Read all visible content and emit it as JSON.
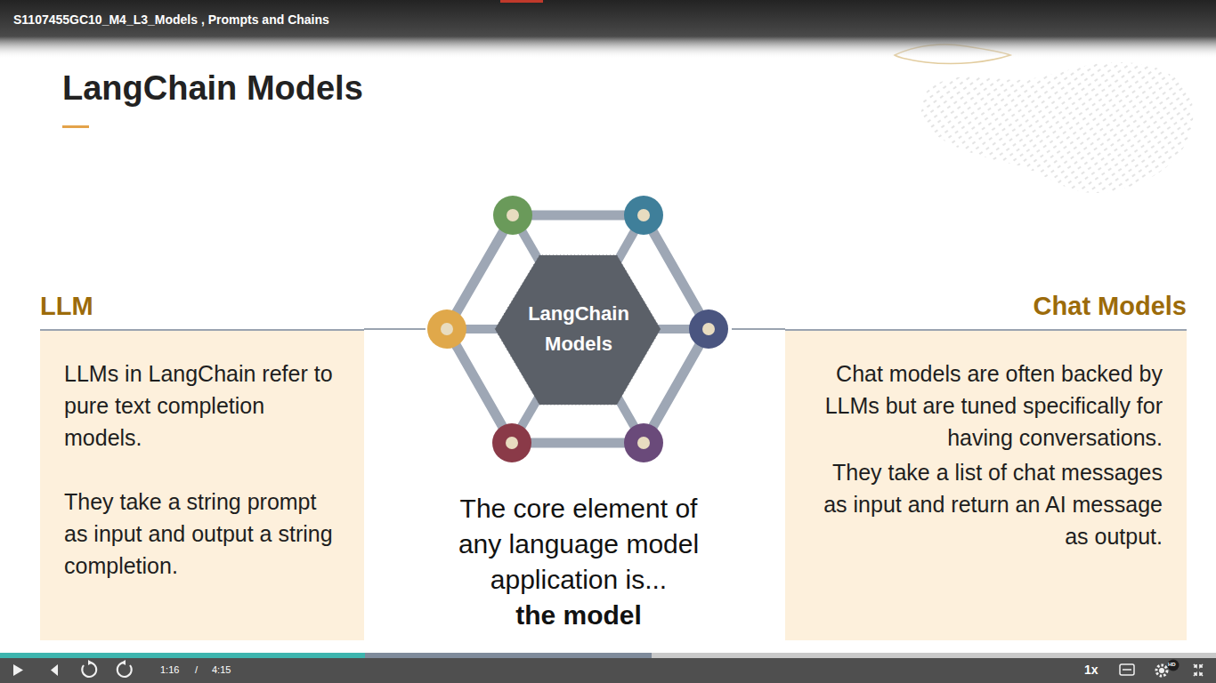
{
  "diagram": {
    "title": "LangChain Models",
    "nodes": [
      {
        "text": [
          "LLM",
          "LLMs in LangChain refer to pure text completion models.",
          "They take a string prompt as input and output a string completion."
        ]
      },
      {
        "text": [
          "LangChain Models"
        ]
      },
      {
        "text": [
          "Chat Models",
          "Chat models are often backed by LLMs but are tuned specifically for having conversations.",
          "They take a list of chat messages as input and return an AI message as output."
        ]
      }
    ],
    "edges": [
      {
        "from": 0,
        "to": 1,
        "arrow": "none"
      },
      {
        "from": 1,
        "to": 2,
        "arrow": "none"
      }
    ],
    "labels": [
      "S1107455GC10_M4_L3_Models , Prompts and Chains",
      "The core element of any language model application is...",
      "the model",
      "1:16",
      "/",
      "4:15",
      "1x",
      "HD"
    ]
  }
}
